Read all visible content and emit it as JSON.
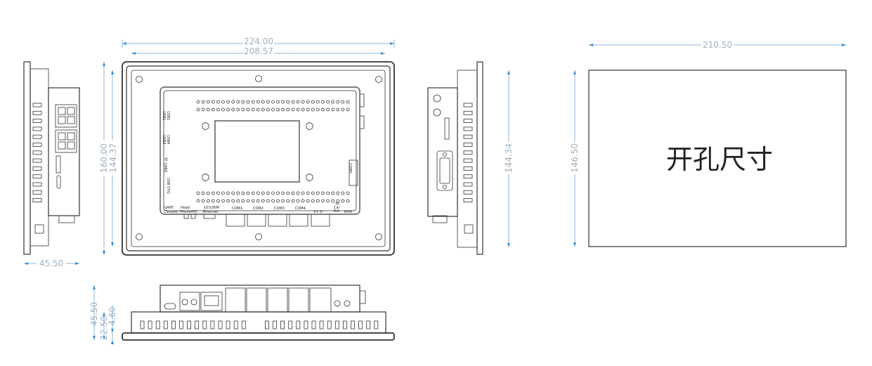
{
  "dimensions": {
    "front_outer_width": "224.00",
    "front_inner_width": "208.57",
    "front_outer_height": "160.00",
    "front_inner_height": "144.37",
    "left_depth": "45.50",
    "right_height": "144.34",
    "cutout_width": "210.50",
    "cutout_height": "146.50",
    "bottom_depth_total": "45.50",
    "bottom_depth_body": "22.50",
    "bottom_bezel": "4.60"
  },
  "cutout_label": "开孔尺寸",
  "port_labels": {
    "usb2": "USB2",
    "usb1": "USB1",
    "usb4": "USB4",
    "usb3": "USB3",
    "tf_card": "TF CARD",
    "usb_otg": "USB OTG",
    "uart": "UART",
    "console": "Console",
    "head": "Head",
    "phone": "Phone",
    "mic": "MIC",
    "ethernet_speed": "10/100M",
    "ethernet": "Ethernet",
    "com1": "COM1",
    "com2": "COM2",
    "com3": "COM3",
    "com4": "COM4",
    "com5": "COM5",
    "power_plus": "V+",
    "power_minus": "V-",
    "run": "RUN",
    "tp": "TP",
    "cal": "Cal",
    "rst": "Rst"
  },
  "colors": {
    "dimension": "#9fb0bf",
    "dimension_arrow": "#3b8fd0",
    "outline": "#333333"
  }
}
